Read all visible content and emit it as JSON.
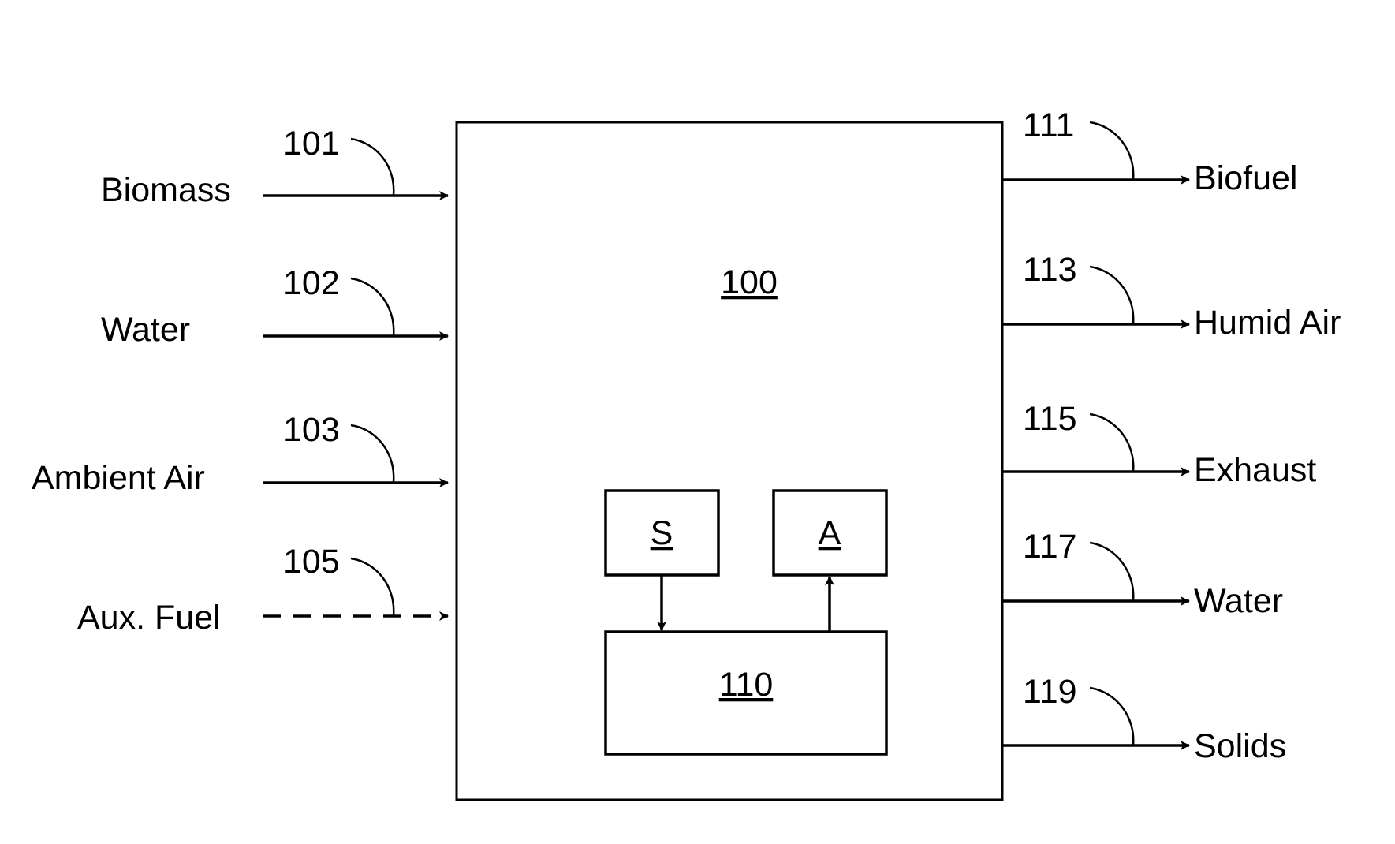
{
  "diagram": {
    "main_box": {
      "ref": "100"
    },
    "sensor": {
      "label": "S"
    },
    "actuator": {
      "label": "A"
    },
    "controller": {
      "ref": "110"
    },
    "inputs": [
      {
        "ref": "101",
        "label": "Biomass",
        "dashed": false
      },
      {
        "ref": "102",
        "label": "Water",
        "dashed": false
      },
      {
        "ref": "103",
        "label": "Ambient Air",
        "dashed": false
      },
      {
        "ref": "105",
        "label": "Aux. Fuel",
        "dashed": true
      }
    ],
    "outputs": [
      {
        "ref": "111",
        "label": "Biofuel"
      },
      {
        "ref": "113",
        "label": "Humid Air"
      },
      {
        "ref": "115",
        "label": "Exhaust"
      },
      {
        "ref": "117",
        "label": "Water"
      },
      {
        "ref": "119",
        "label": "Solids"
      }
    ]
  }
}
